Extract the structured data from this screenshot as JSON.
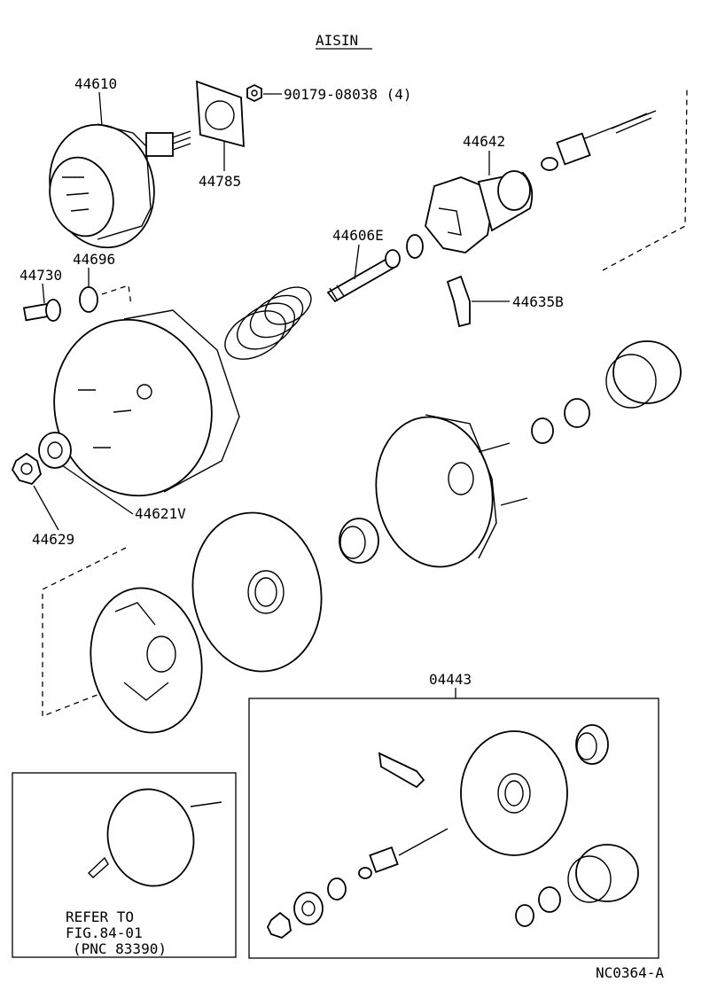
{
  "header": {
    "brand": "AISIN"
  },
  "parts": {
    "p44610": "44610",
    "p90179": "90179-08038 (4)",
    "p44785": "44785",
    "p44642": "44642",
    "p44606E": "44606E",
    "p44696": "44696",
    "p44730": "44730",
    "p44635B": "44635B",
    "p44621V": "44621V",
    "p44629": "44629",
    "p04443": "04443"
  },
  "refer_box": {
    "line1": "REFER TO",
    "line2": "FIG.84-01",
    "line3": "(PNC 83390)"
  },
  "footer": {
    "code": "NC0364-A"
  }
}
